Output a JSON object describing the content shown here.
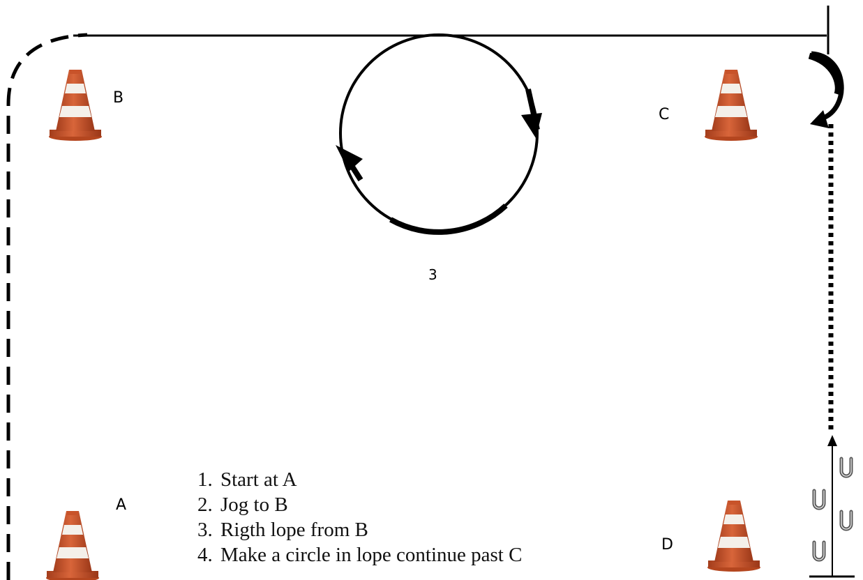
{
  "labels": {
    "cone_a": "A",
    "cone_b": "B",
    "cone_c": "C",
    "cone_d": "D",
    "circle": "3"
  },
  "steps": [
    "Start at A",
    " Jog to B",
    "Rigth lope from B",
    "Make a circle in lope continue past C"
  ],
  "colors": {
    "cone_orange": "#c8532a",
    "cone_stripe": "#f4f0ea",
    "line": "#000000"
  },
  "icons": {
    "cone": "traffic-cone-icon",
    "horseshoe": "horseshoe-icon"
  }
}
